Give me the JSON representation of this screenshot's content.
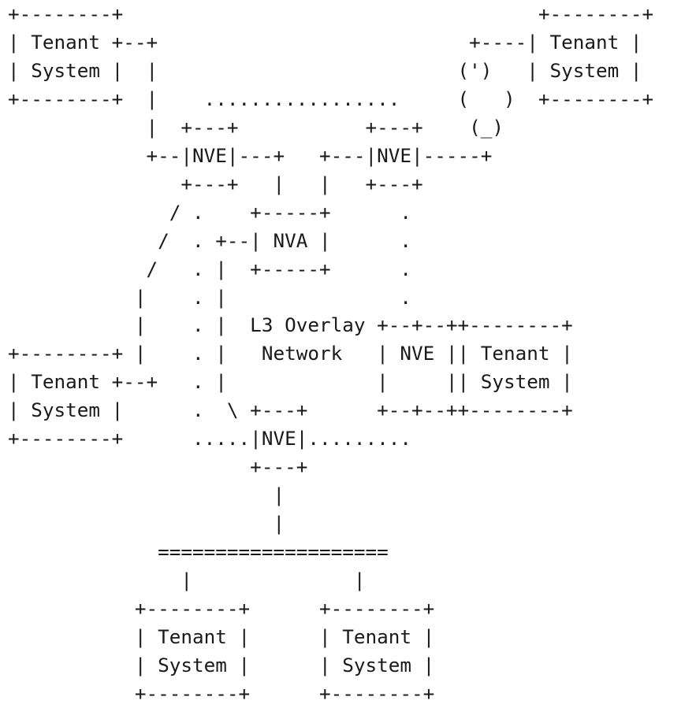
{
  "diagram": {
    "lines": [
      "+--------+                                    +--------+",
      "| Tenant +--+                           +----| Tenant |",
      "| System |  |                          (')   | System |",
      "+--------+  |    .................     (   )  +--------+",
      "            |  +---+           +---+    (_)",
      "            +--|NVE|---+   +---|NVE|-----+",
      "               +---+   |   |   +---+",
      "              / .    +-----+      .",
      "             /  . +--| NVA |      .",
      "            /   . |  +-----+      .",
      "           |    . |               .",
      "           |    . |  L3 Overlay +--+--++--------+",
      "+--------+ |    . |   Network   | NVE || Tenant |",
      "| Tenant +--+   . |             |     || System |",
      "| System |      .  \\ +---+      +--+--++--------+",
      "+--------+      .....|NVE|.........",
      "                     +---+",
      "                       |",
      "                       |",
      "             ====================",
      "               |              |",
      "           +--------+      +--------+",
      "           | Tenant |      | Tenant |",
      "           | System |      | System |",
      "           +--------+      +--------+"
    ]
  }
}
